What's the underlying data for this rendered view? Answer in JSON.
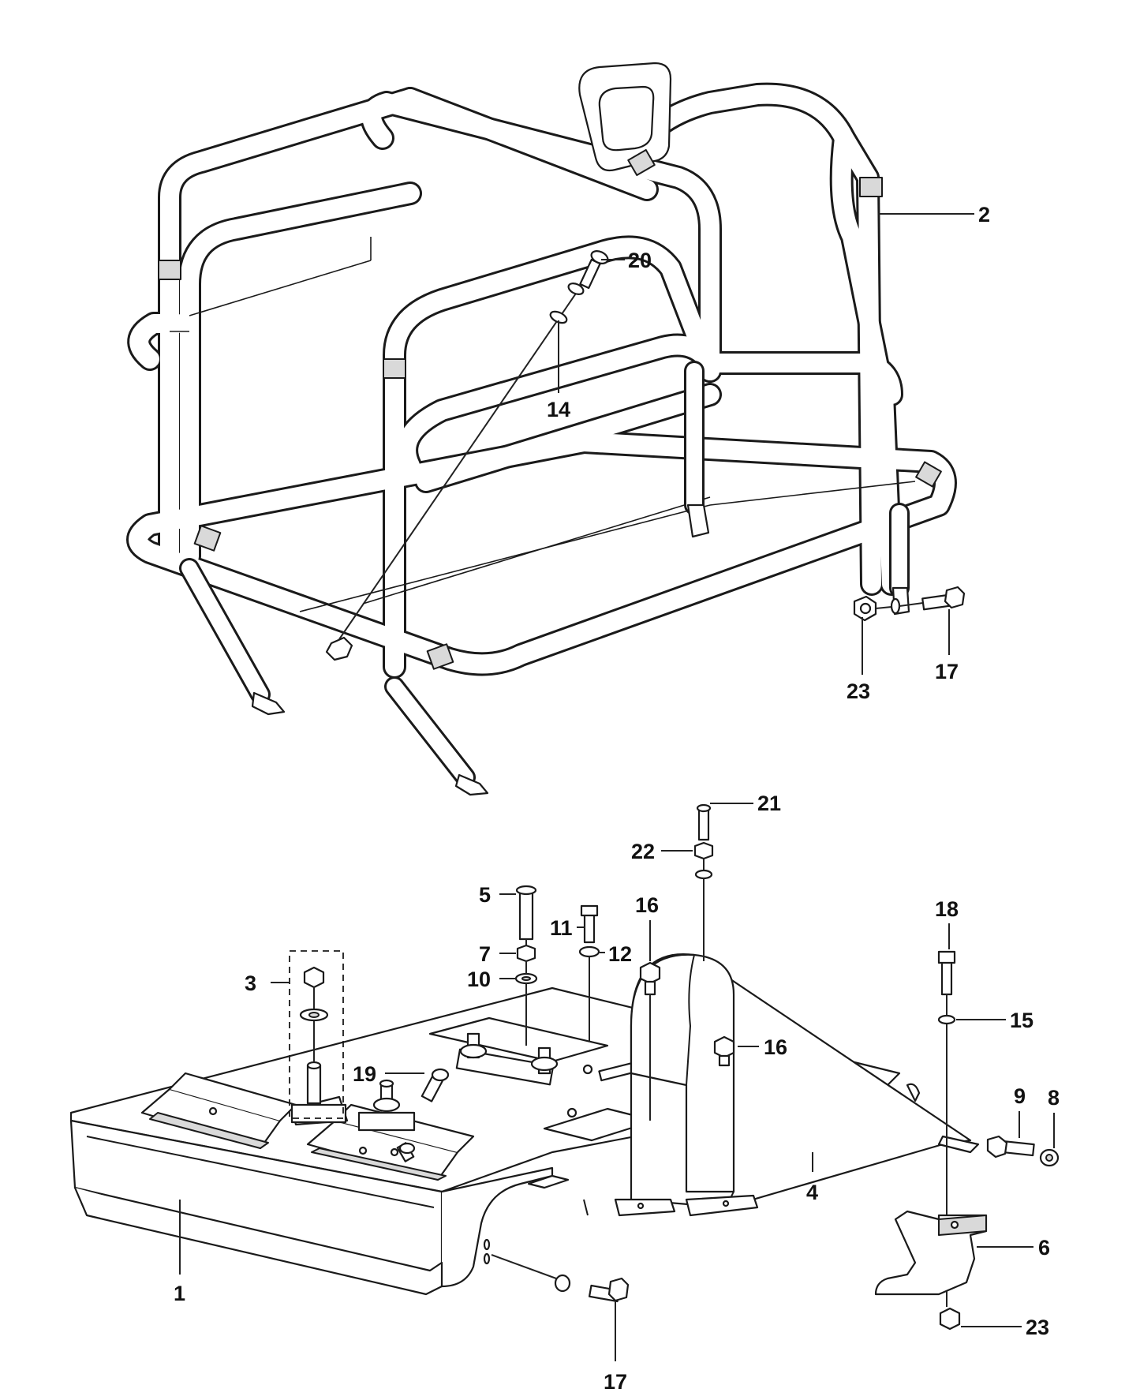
{
  "colors": {
    "outline": "#1a1a1a",
    "leader": "#222222",
    "part_fill": "#ffffff",
    "shade_fill": "#d9d9d9"
  },
  "callouts": {
    "c1": "1",
    "c2": "2",
    "c3": "3",
    "c4": "4",
    "c5": "5",
    "c6": "6",
    "c7": "7",
    "c8": "8",
    "c9": "9",
    "c10": "10",
    "c11": "11",
    "c12": "12",
    "c14": "14",
    "c15": "15",
    "c16a": "16",
    "c16b": "16",
    "c17a": "17",
    "c17b": "17",
    "c18": "18",
    "c19": "19",
    "c20": "20",
    "c21": "21",
    "c22": "22",
    "c23a": "23",
    "c23b": "23"
  }
}
